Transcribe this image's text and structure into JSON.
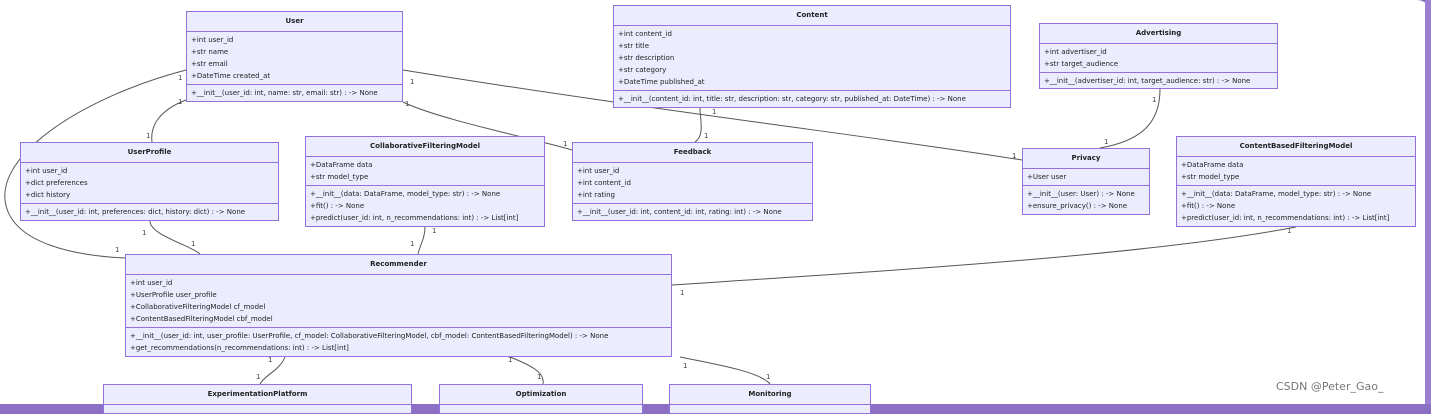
{
  "diagram": {
    "classes": [
      {
        "id": "user",
        "name": "User",
        "attrs": [
          "+int user_id",
          "+str name",
          "+str email",
          "+DateTime created_at"
        ],
        "methods": [
          "+__init__(user_id: int, name: str, email: str) : -> None"
        ]
      },
      {
        "id": "content",
        "name": "Content",
        "attrs": [
          "+int content_id",
          "+str title",
          "+str description",
          "+str category",
          "+DateTime published_at"
        ],
        "methods": [
          "+__init__(content_id: int, title: str, description: str, category: str, published_at: DateTime) : -> None"
        ]
      },
      {
        "id": "advertising",
        "name": "Advertising",
        "attrs": [
          "+int advertiser_id",
          "+str target_audience"
        ],
        "methods": [
          "+__init__(advertiser_id: int, target_audience: str) : -> None"
        ]
      },
      {
        "id": "userprofile",
        "name": "UserProfile",
        "attrs": [
          "+int user_id",
          "+dict preferences",
          "+dict history"
        ],
        "methods": [
          "+__init__(user_id: int, preferences: dict, history: dict) : -> None"
        ]
      },
      {
        "id": "cf",
        "name": "CollaborativeFilteringModel",
        "attrs": [
          "+DataFrame data",
          "+str model_type"
        ],
        "methods": [
          "+__init__(data: DataFrame, model_type: str) : -> None",
          "+fit() : -> None",
          "+predict(user_id: int, n_recommendations: int) : -> List[int]"
        ]
      },
      {
        "id": "feedback",
        "name": "Feedback",
        "attrs": [
          "+int user_id",
          "+int content_id",
          "+int rating"
        ],
        "methods": [
          "+__init__(user_id: int, content_id: int, rating: int) : -> None"
        ]
      },
      {
        "id": "privacy",
        "name": "Privacy",
        "attrs": [
          "+User user"
        ],
        "methods": [
          "+__init__(user: User) : -> None",
          "+ensure_privacy() : -> None"
        ]
      },
      {
        "id": "cbf",
        "name": "ContentBasedFilteringModel",
        "attrs": [
          "+DataFrame data",
          "+str model_type"
        ],
        "methods": [
          "+__init__(data: DataFrame, model_type: str) : -> None",
          "+fit() : -> None",
          "+predict(user_id: int, n_recommendations: int) : -> List[int]"
        ]
      },
      {
        "id": "recommender",
        "name": "Recommender",
        "attrs": [
          "+int user_id",
          "+UserProfile user_profile",
          "+CollaborativeFilteringModel cf_model",
          "+ContentBasedFilteringModel cbf_model"
        ],
        "methods": [
          "+__init__(user_id: int, user_profile: UserProfile, cf_model: CollaborativeFilteringModel, cbf_model: ContentBasedFilteringModel) : -> None",
          "+get_recommendations(n_recommendations: int) : -> List[int]"
        ]
      },
      {
        "id": "experimentation",
        "name": "ExperimentationPlatform",
        "attrs": [],
        "methods": []
      },
      {
        "id": "optimization",
        "name": "Optimization",
        "attrs": [],
        "methods": []
      },
      {
        "id": "monitoring",
        "name": "Monitoring",
        "attrs": [],
        "methods": []
      }
    ],
    "multiplicity": "1"
  },
  "watermark": "CSDN @Peter_Gao_"
}
